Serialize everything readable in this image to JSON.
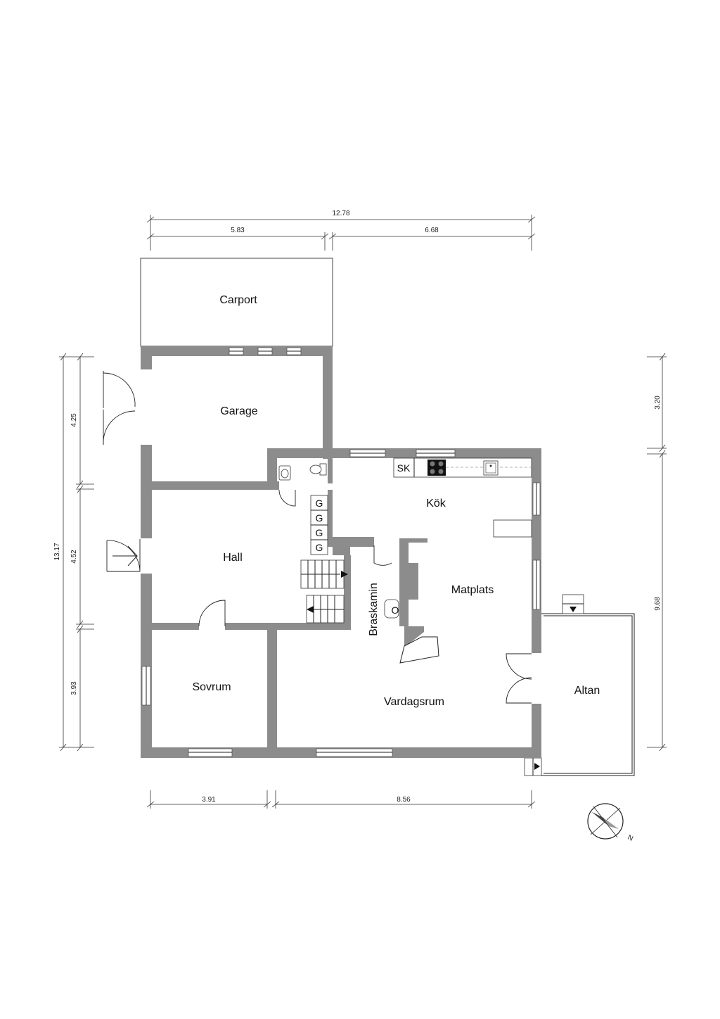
{
  "rooms": {
    "carport": "Carport",
    "garage": "Garage",
    "hall": "Hall",
    "kok": "Kök",
    "matplats": "Matplats",
    "braskamin": "Braskamin",
    "sovrum": "Sovrum",
    "vardagsrum": "Vardagsrum",
    "altan": "Altan"
  },
  "fixtures": {
    "sk": "SK",
    "g": "G",
    "stove": "O"
  },
  "dimensions": {
    "top_total": "12.78",
    "top_left": "5.83",
    "top_right": "6.68",
    "left_total": "13.17",
    "left_top": "4.25",
    "left_mid": "4.52",
    "left_bottom": "3.93",
    "right_top": "3.20",
    "right_bottom": "9.68",
    "bottom_left": "3.91",
    "bottom_right": "8.56"
  },
  "compass": {
    "north_label": "N"
  },
  "colors": {
    "wall": "#8c8c8c",
    "background": "#ffffff"
  }
}
